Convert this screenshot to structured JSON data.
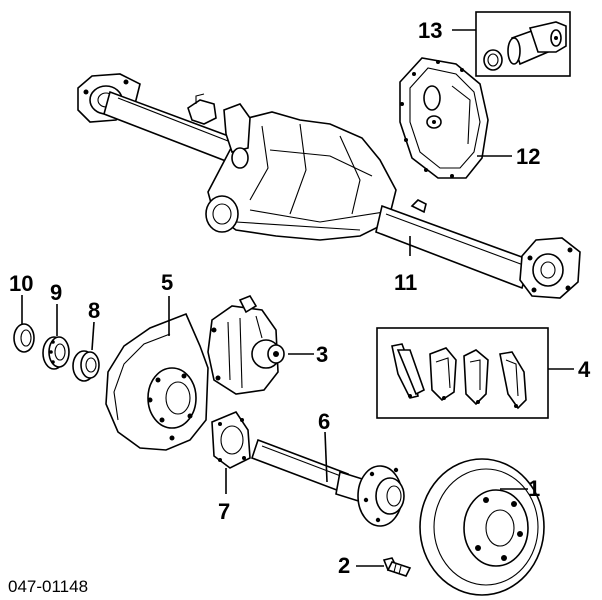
{
  "diagram": {
    "catalog_number": "047-01148",
    "callouts": [
      {
        "id": "1",
        "part": "brake-rotor"
      },
      {
        "id": "2",
        "part": "wheel-stud"
      },
      {
        "id": "3",
        "part": "brake-caliper"
      },
      {
        "id": "4",
        "part": "brake-pads-kit"
      },
      {
        "id": "5",
        "part": "brake-dust-shield"
      },
      {
        "id": "6",
        "part": "axle-shaft"
      },
      {
        "id": "7",
        "part": "shield-gasket"
      },
      {
        "id": "8",
        "part": "inner-bearing-cone"
      },
      {
        "id": "9",
        "part": "wheel-bearing"
      },
      {
        "id": "10",
        "part": "oil-seal"
      },
      {
        "id": "11",
        "part": "axle-housing"
      },
      {
        "id": "12",
        "part": "differential-cover"
      },
      {
        "id": "13",
        "part": "pinion-flange-kit"
      }
    ]
  }
}
